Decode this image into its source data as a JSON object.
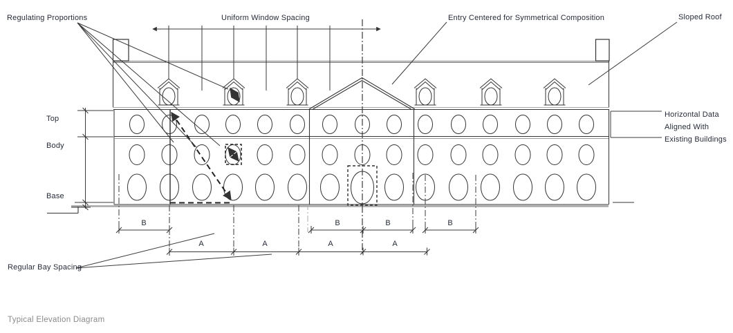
{
  "title": "Typical Elevation Diagram",
  "annotations": {
    "regulating_proportions": "Regulating Proportions",
    "uniform_window_spacing": "Uniform Window Spacing",
    "entry_centered": "Entry Centered for Symmetrical Composition",
    "sloped_roof": "Sloped Roof",
    "horizontal_datum_line1": "Horizontal Data",
    "horizontal_datum_line2": "Aligned With",
    "horizontal_datum_line3": "Existing Buildings",
    "regular_bay_spacing": "Regular Bay Spacing"
  },
  "facade_zones": {
    "top": "Top",
    "body": "Body",
    "base": "Base"
  },
  "dimensions": {
    "bay_width_label": "B",
    "bay_spacing_label": "A",
    "b_segment_count": 4,
    "a_segment_count": 4
  },
  "structure": {
    "window_rows": 3,
    "window_columns": 15,
    "dormer_count": 6,
    "chimney_count": 2,
    "entry_centered": true
  },
  "colors": {
    "line": "#333333",
    "datum_grey": "#a8a8a8",
    "label_text": "#262b38",
    "caption_text": "#8a8a8a"
  }
}
